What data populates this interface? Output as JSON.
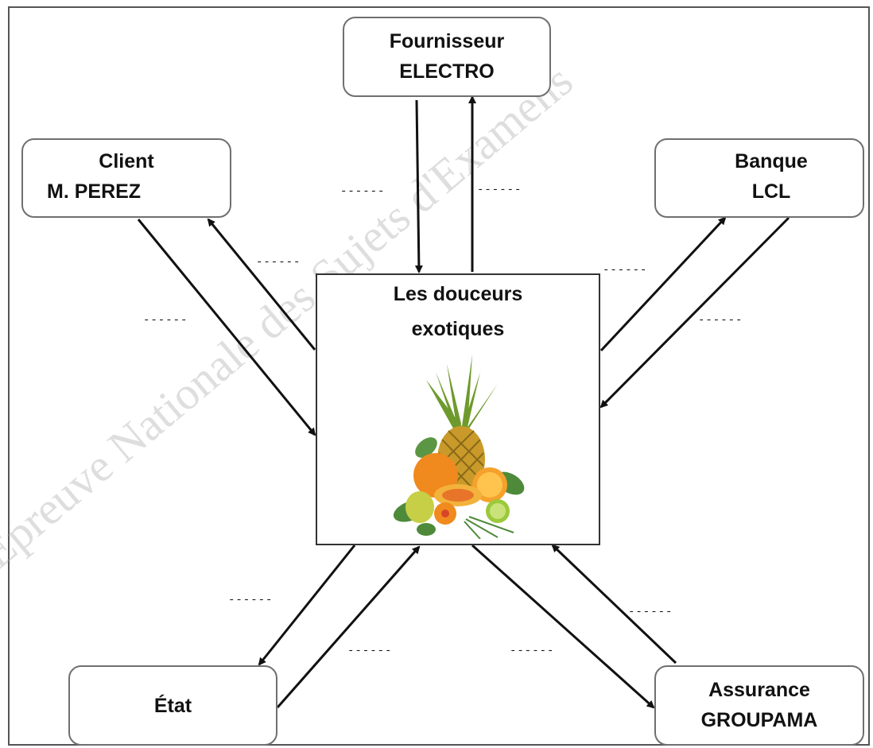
{
  "watermark": "Épreuve Nationale des Sujets d'Examens",
  "center": {
    "line1": "Les douceurs",
    "line2": "exotiques",
    "image": "fruits-illustration"
  },
  "actors": {
    "fournisseur": {
      "line1": "Fournisseur",
      "line2": "ELECTRO"
    },
    "client": {
      "line1": "Client",
      "line2": "M. PEREZ"
    },
    "banque": {
      "line1": "Banque",
      "line2": "LCL"
    },
    "etat": {
      "line1": "État"
    },
    "assurance": {
      "line1": "Assurance",
      "line2": "GROUPAMA"
    }
  },
  "blank_label": "------"
}
